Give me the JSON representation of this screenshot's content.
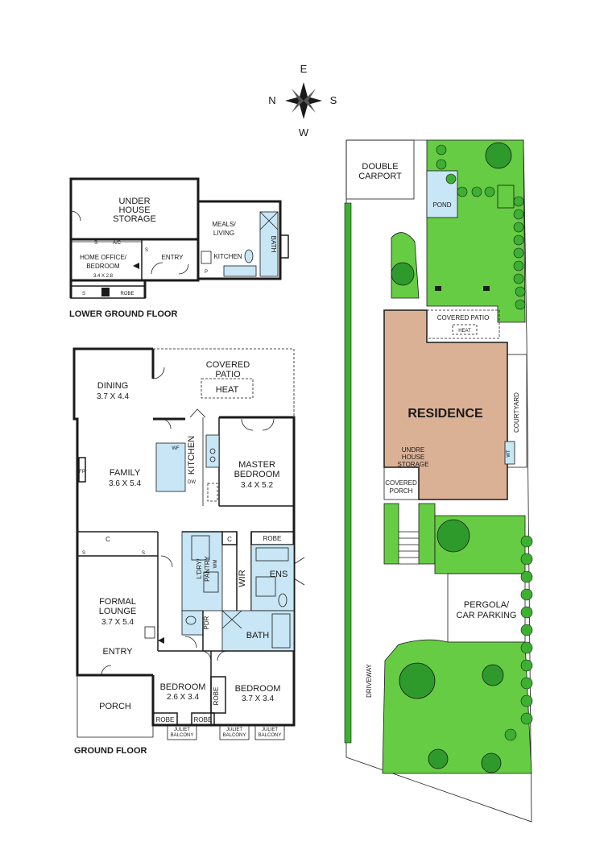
{
  "compass": {
    "n": "N",
    "e": "E",
    "s": "S",
    "w": "W"
  },
  "lower": {
    "title": "LOWER GROUND FLOOR",
    "under_house_line1": "UNDER",
    "under_house_line2": "HOUSE",
    "under_house_line3": "STORAGE",
    "meals_line1": "MEALS/",
    "meals_line2": "LIVING",
    "bath": "BATH",
    "kitchen": "KITCHEN",
    "entry": "ENTRY",
    "office_line1": "HOME OFFICE/",
    "office_line2": "BEDROOM",
    "office_dim": "3.4 X 2.8",
    "robe": "ROBE",
    "ac": "A/C",
    "s": "S",
    "p": "P"
  },
  "ground": {
    "title": "GROUND FLOOR",
    "covered_patio_line1": "COVERED",
    "covered_patio_line2": "PATIO",
    "heat": "HEAT",
    "dining": "DINING",
    "dining_dim": "3.7 X 4.4",
    "kitchen": "KITCHEN",
    "family": "FAMILY",
    "family_dim": "3.6 X 5.4",
    "fp": "FP",
    "wf": "WF",
    "dw": "DW",
    "master_line1": "MASTER",
    "master_line2": "BEDROOM",
    "master_dim": "3.4 X 5.2",
    "c": "C",
    "s": "S",
    "robe": "ROBE",
    "ldry_line1": "L'DRY/",
    "ldry_line2": "PANTRY",
    "wm": "WM",
    "wir": "WIR",
    "ens": "ENS",
    "formal_line1": "FORMAL",
    "formal_line2": "LOUNGE",
    "formal_dim": "3.7 X 5.4",
    "entry": "ENTRY",
    "pdr": "PDR",
    "bath": "BATH",
    "bed2": "BEDROOM",
    "bed2_dim": "2.6 X 3.4",
    "bed3": "BEDROOM",
    "bed3_dim": "3.7 X 3.4",
    "porch": "PORCH",
    "juliet_line1": "JULIET",
    "juliet_line2": "BALCONY"
  },
  "site": {
    "double_carport_line1": "DOUBLE",
    "double_carport_line2": "CARPORT",
    "pond": "POND",
    "covered_patio": "COVERED PATIO",
    "heat": "HEAT",
    "residence": "RESIDENCE",
    "courtyard": "COURTYARD",
    "wt": "WT",
    "undre_line1": "UNDRE",
    "undre_line2": "HOUSE",
    "undre_line3": "STORAGE",
    "covered_porch_line1": "COVERED",
    "covered_porch_line2": "PORCH",
    "pergola_line1": "PERGOLA/",
    "pergola_line2": "CAR PARKING",
    "driveway": "DRIVEWAY"
  }
}
